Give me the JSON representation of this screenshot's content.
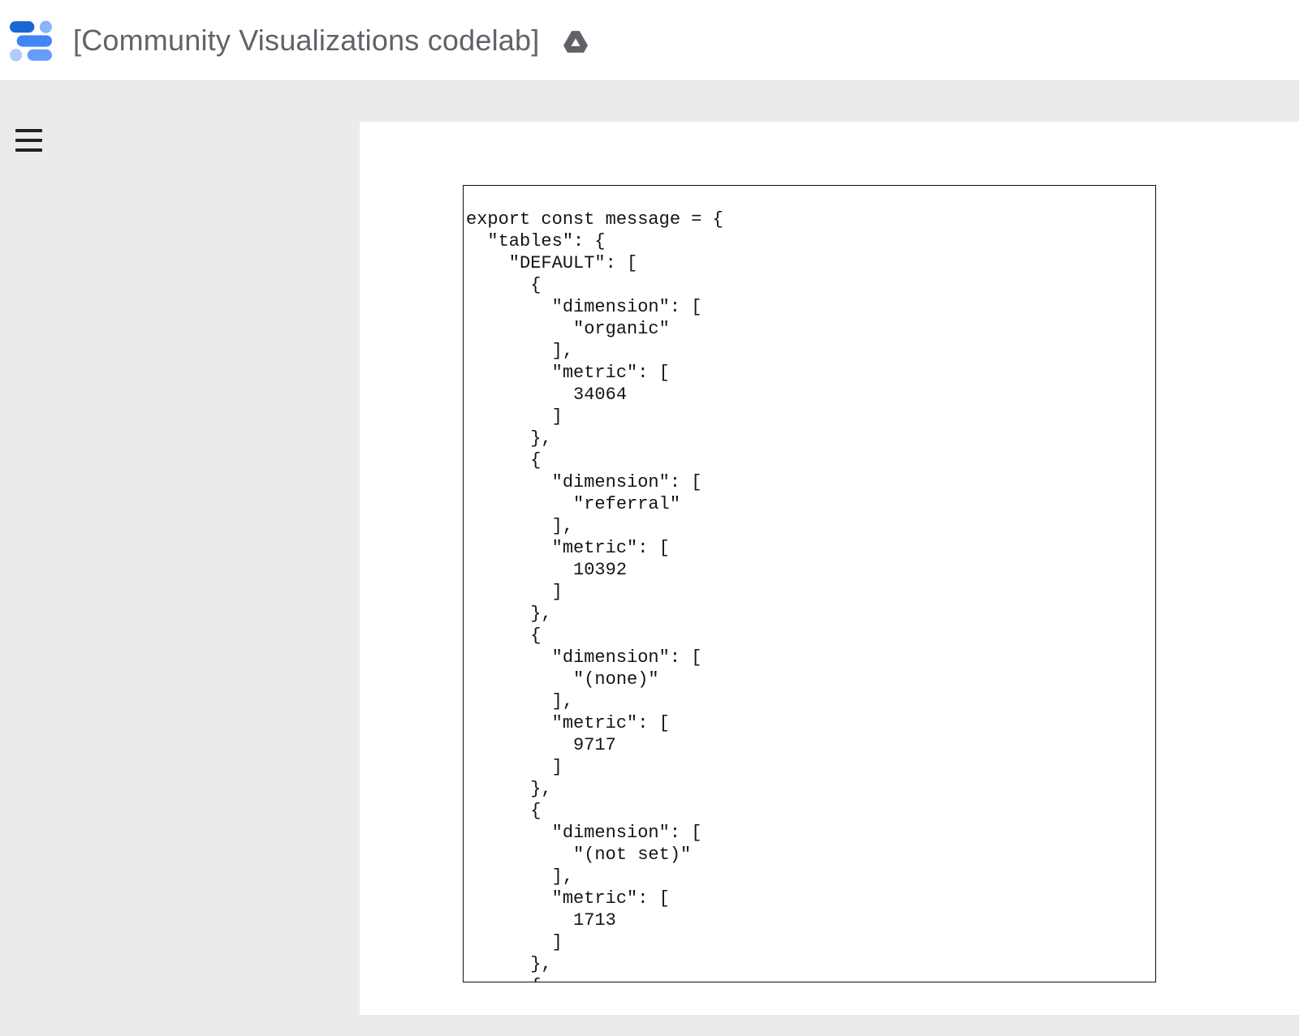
{
  "header": {
    "title": "[Community Visualizations codelab]"
  },
  "icons": {
    "logo": "datastudio-logo",
    "drive": "drive-icon",
    "menu": "hamburger-menu-icon"
  },
  "colors": {
    "logo_dark_blue": "#1967d2",
    "logo_blue": "#4285f4",
    "logo_light_blue": "#8ab4f8",
    "logo_pale_blue": "#aecbfa",
    "title_gray": "#5f6368",
    "workspace_bg": "#ebebeb",
    "canvas_bg": "#ffffff",
    "code_border": "#111111"
  },
  "code": {
    "text": "export const message = {\n  \"tables\": {\n    \"DEFAULT\": [\n      {\n        \"dimension\": [\n          \"organic\"\n        ],\n        \"metric\": [\n          34064\n        ]\n      },\n      {\n        \"dimension\": [\n          \"referral\"\n        ],\n        \"metric\": [\n          10392\n        ]\n      },\n      {\n        \"dimension\": [\n          \"(none)\"\n        ],\n        \"metric\": [\n          9717\n        ]\n      },\n      {\n        \"dimension\": [\n          \"(not set)\"\n        ],\n        \"metric\": [\n          1713\n        ]\n      },\n      {"
  }
}
